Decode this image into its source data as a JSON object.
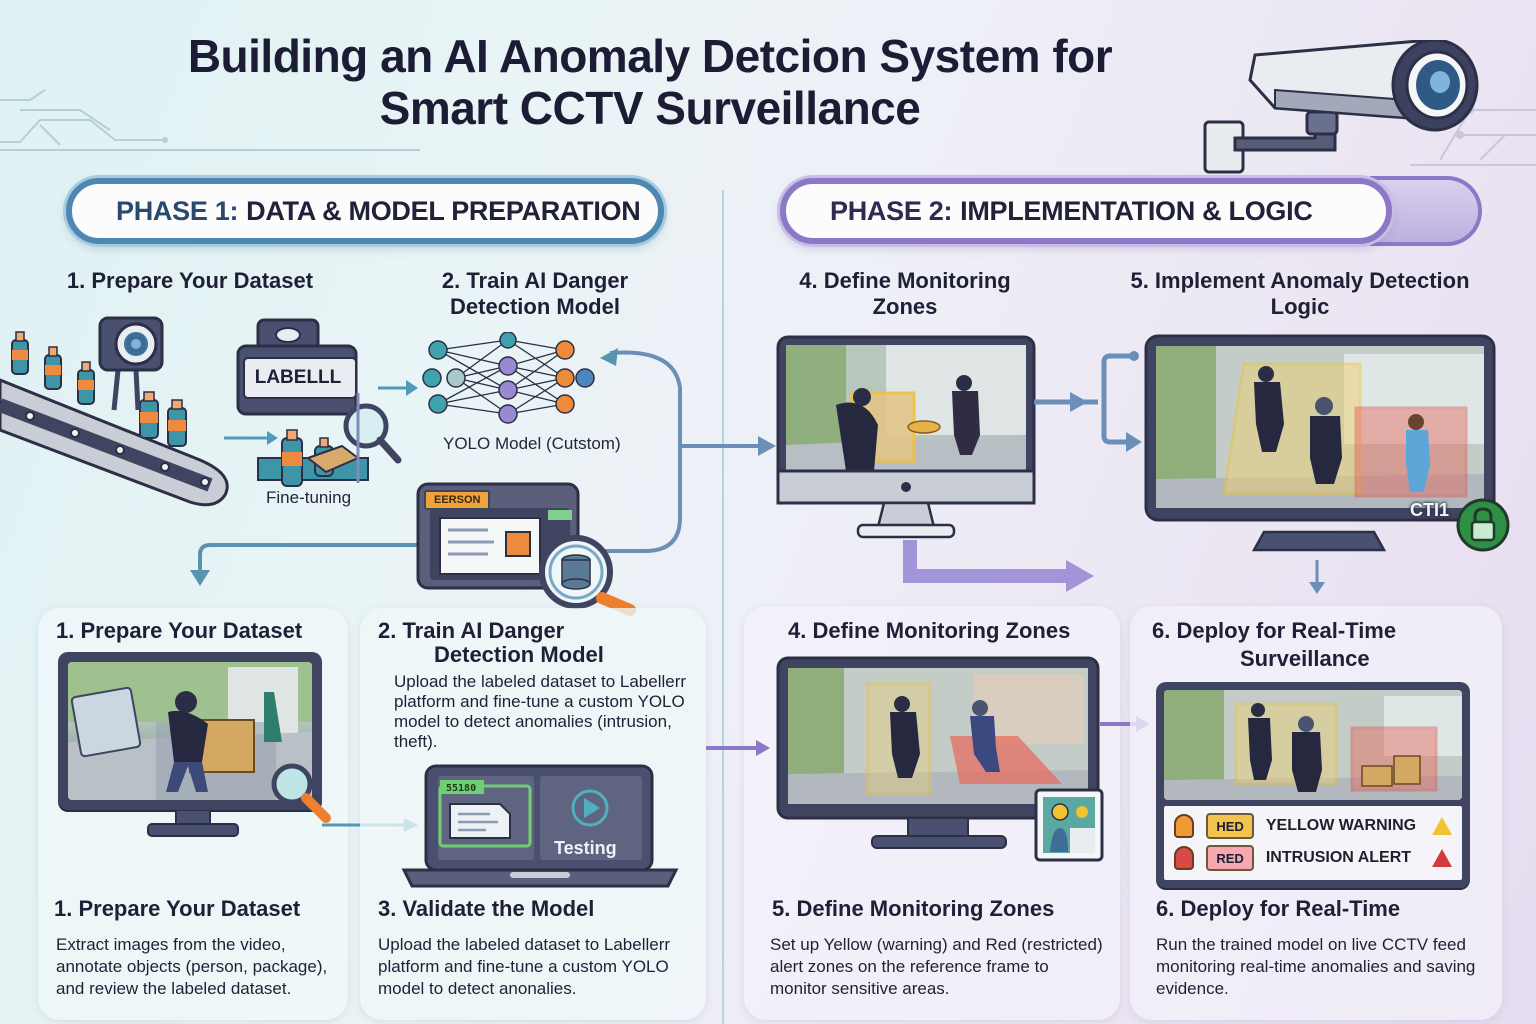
{
  "header": {
    "title_line1": "Building an AI Anomaly Detcion System for",
    "title_line2": "Smart CCTV Surveillance"
  },
  "phase1": {
    "label_prefix": "PHASE 1:",
    "label_rest": "DATA & MODEL PREPARATION",
    "step1_heading": "1. Prepare Your Dataset",
    "step2_heading_line1": "2. Train AI Danger",
    "step2_heading_line2": "Detection Model",
    "label_card_text": "LABELLL",
    "fine_tuning_label": "Fine-tuning",
    "yolo_label": "YOLO Model (Cutstom)",
    "annotation_tag": "EERSON",
    "cards": [
      {
        "heading": "1. Prepare Your Dataset",
        "footer_heading": "1. Prepare Your Dataset",
        "body": "Extract images from the video, annotate objects (person, package), and review the labeled dataset."
      },
      {
        "heading_line1": "2. Train AI Danger",
        "heading_line2": "Detection Model",
        "body": "Upload the labeled dataset to Labellerr platform and fine-tune a custom YOLO model to detect anomalies (intrusion, theft).",
        "laptop_tag": "55180",
        "laptop_screen_label": "Testing",
        "footer_heading": "3. Validate the Model",
        "footer_body": "Upload the labeled dataset to Labellerr platform and fine-tune a custom YOLO model to detect anonalies."
      }
    ]
  },
  "phase2": {
    "label_prefix": "PHASE 2:",
    "label_rest": "IMPLEMENTATION & LOGIC",
    "step4_heading_line1": "4. Define Monitoring",
    "step4_heading_line2": "Zones",
    "step5_heading_line1": "5. Implement Anomaly Detection",
    "step5_heading_line2": "Logic",
    "camera_id": "CTI1",
    "cards": [
      {
        "heading": "4. Define Monitoring Zones",
        "footer_heading": "5. Define Monitoring Zones",
        "footer_body": "Set up Yellow (warning) and Red (restricted) alert zones on the reference frame to monitor sensitive areas."
      },
      {
        "heading_line1": "6. Deploy for Real-Time",
        "heading_line2": "Surveillance",
        "alerts": [
          {
            "tag": "HED",
            "text": "YELLOW WARNING",
            "level": "warning"
          },
          {
            "tag": "RED",
            "text": "INTRUSION ALERT",
            "level": "alert"
          }
        ],
        "footer_heading": "6. Deploy for Real-Time",
        "footer_body": "Run the trained model on live CCTV feed monitoring real-time anomalies and saving evidence."
      }
    ]
  },
  "colors": {
    "phase1_accent": "#4f87b3",
    "phase2_accent": "#8b79c7",
    "yellow_zone": "#f1c232",
    "red_zone": "#e0554a",
    "lock_green": "#2f8f45"
  }
}
